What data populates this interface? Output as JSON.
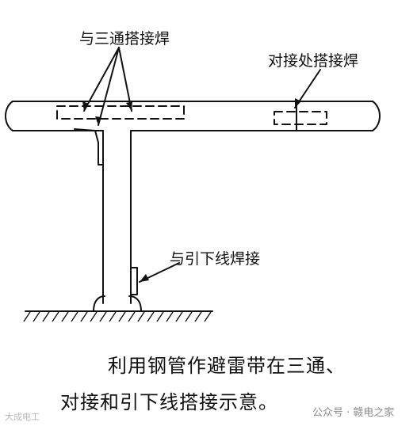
{
  "labels": {
    "tee_weld": "与三通搭接焊",
    "butt_weld": "对接处搭接焊",
    "down_weld": "与引下线焊接"
  },
  "caption": {
    "line1": "利用钢管作避雷带在三通、",
    "line2": "对接和引下线搭接示意。"
  },
  "watermark": {
    "left": "大成电工",
    "right": "公众号 · 赣电之家"
  }
}
